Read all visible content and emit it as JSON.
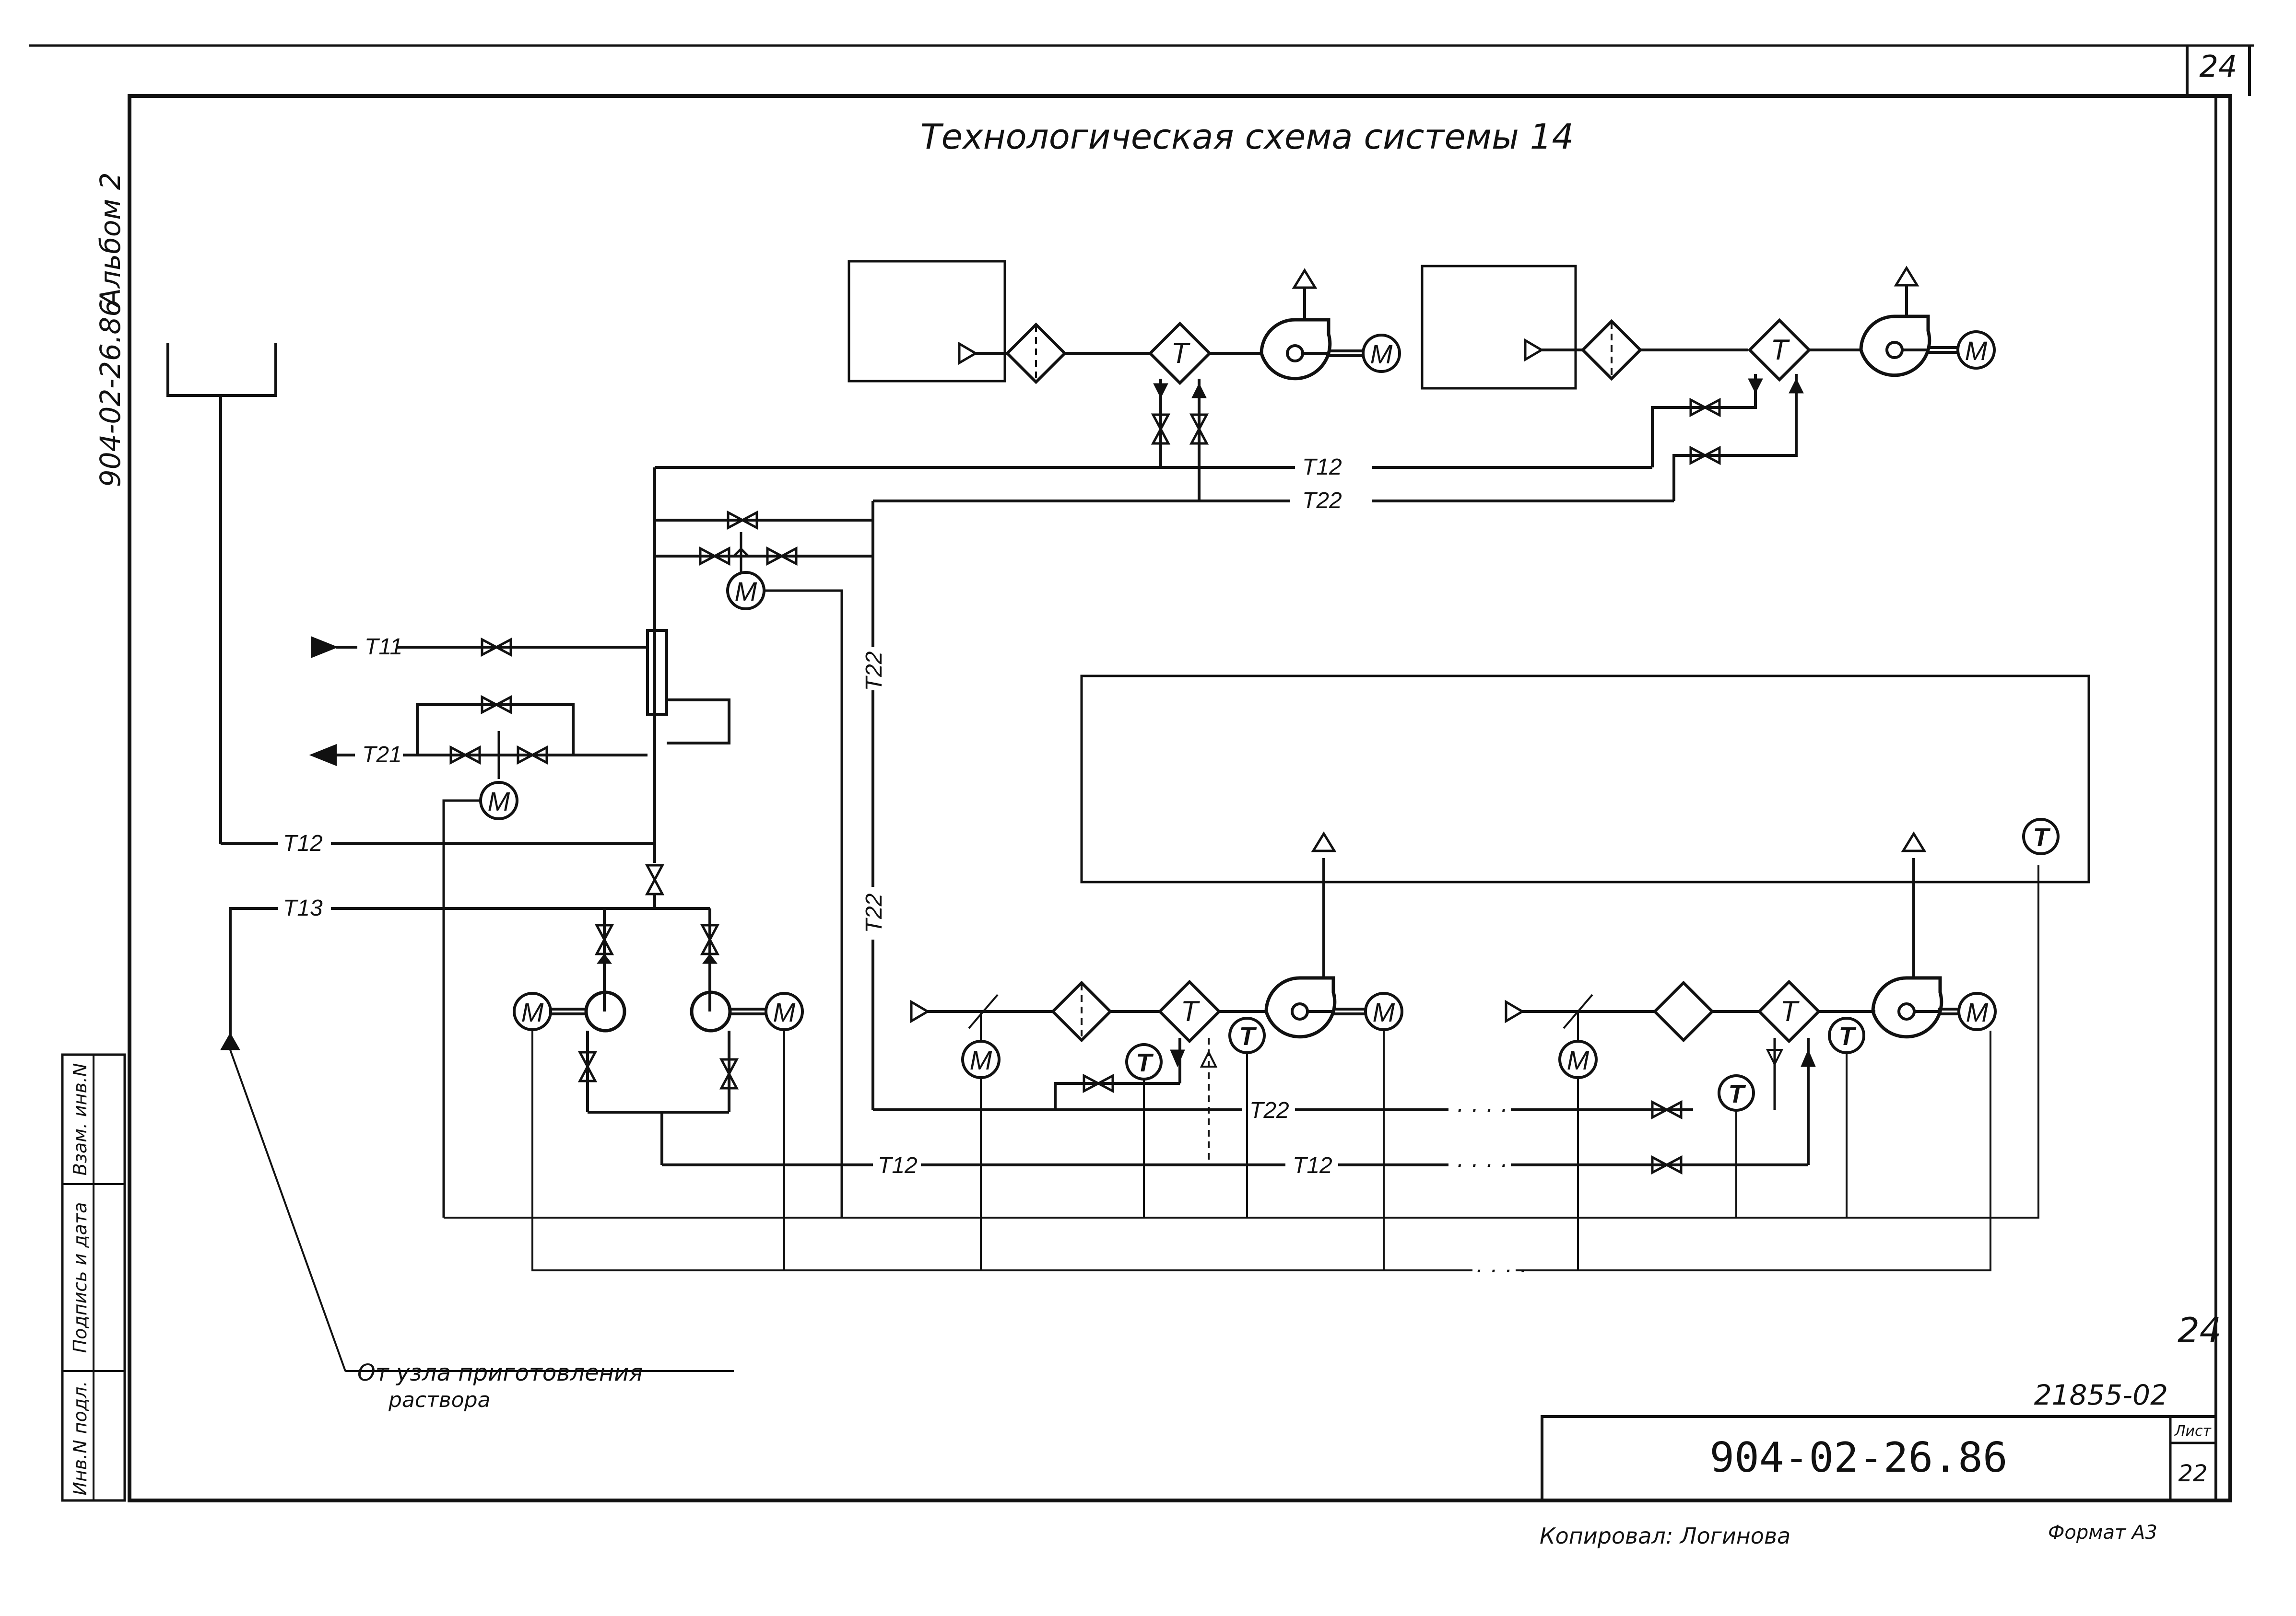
{
  "title": "Технологическая схема системы 14",
  "sheet_number_top": "24",
  "sheet_number_bottom": "24",
  "side_album": "Альбом 2",
  "side_code": "904-02-26.86",
  "side_stamp_cells": [
    "Инв.N подл.",
    "Подпись и дата",
    "Взам. инв.N"
  ],
  "pipe_labels": {
    "t11": "Т11",
    "t21": "Т21",
    "t12": "Т12",
    "t13": "Т13",
    "t22": "Т22"
  },
  "equipment_letters": {
    "motor": "М",
    "heater": "Т",
    "thermo": "Т"
  },
  "source_note_line1": "От узла приготовления",
  "source_note_line2": "раствора",
  "archive_number": "21855-02",
  "doc_code": "904-02-26.86",
  "sheet_label": "Лист",
  "sheet_value": "22",
  "copied_by": "Копировал: Логинова",
  "format_label": "Формат А3",
  "dots": "· · · ·"
}
